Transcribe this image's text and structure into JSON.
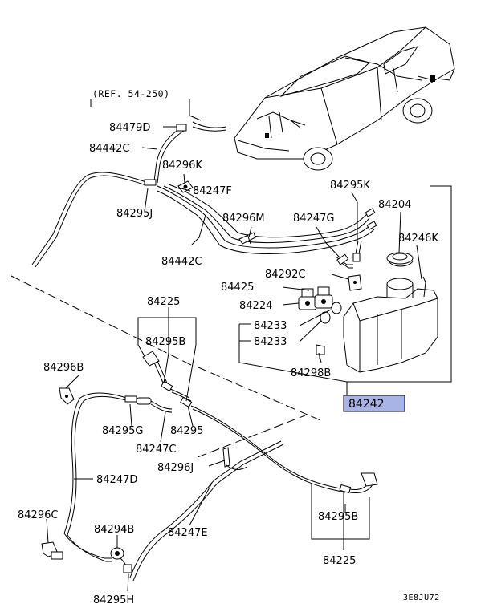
{
  "diagram": {
    "reference": "(REF. 54-250)",
    "code": "3E8JU72",
    "highlight_color": "#a9b4e6",
    "labels": {
      "p84479D": "84479D",
      "p84442C_top": "84442C",
      "p84296K": "84296K",
      "p84247F": "84247F",
      "p84295J": "84295J",
      "p84296M": "84296M",
      "p84247G": "84247G",
      "p84442C_mid": "84442C",
      "p84295K": "84295K",
      "p84204": "84204",
      "p84246K": "84246K",
      "p84292C": "84292C",
      "p84425": "84425",
      "p84224": "84224",
      "p84233_a": "84233",
      "p84233_b": "84233",
      "p84298B": "84298B",
      "p84242": "84242",
      "p84225_top": "84225",
      "p84295B_top": "84295B",
      "p84296B": "84296B",
      "p84295G": "84295G",
      "p84295": "84295",
      "p84247C": "84247C",
      "p84296J": "84296J",
      "p84247D": "84247D",
      "p84296C": "84296C",
      "p84294B": "84294B",
      "p84247E": "84247E",
      "p84295B_bot": "84295B",
      "p84225_bot": "84225",
      "p84295H": "84295H"
    }
  }
}
